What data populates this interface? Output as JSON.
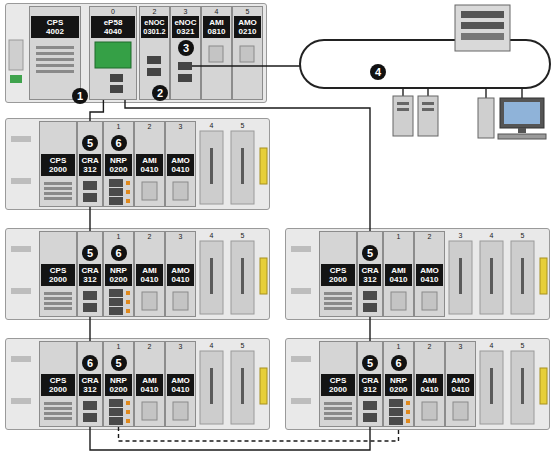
{
  "diagram": {
    "nodes": [
      {
        "text": []
      },
      {
        "text": [
          "CPS 4002"
        ],
        "in": 0
      },
      {
        "text": [
          "0",
          "eP58 4040"
        ],
        "in": 0
      },
      {
        "text": [
          "2",
          "eNOC 0301.2"
        ],
        "in": 0
      },
      {
        "text": [
          "3",
          "eNOC 0321"
        ],
        "in": 0
      },
      {
        "text": [
          "4",
          "AMI 0810"
        ],
        "in": 0
      },
      {
        "text": [
          "5",
          "AMO 0210"
        ],
        "in": 0
      },
      {
        "text": [
          "4",
          "5"
        ]
      },
      {
        "text": [
          "CPS 2000"
        ],
        "in": 7
      },
      {
        "text": [
          "CRA 312"
        ],
        "in": 7
      },
      {
        "text": [
          "1",
          "NRP 0200"
        ],
        "in": 7
      },
      {
        "text": [
          "2",
          "AMI 0410"
        ],
        "in": 7
      },
      {
        "text": [
          "3",
          "AMO 0410"
        ],
        "in": 7
      },
      {
        "text": [
          "4",
          "5"
        ]
      },
      {
        "text": [
          "CPS 2000"
        ],
        "in": 13
      },
      {
        "text": [
          "CRA 312"
        ],
        "in": 13
      },
      {
        "text": [
          "1",
          "NRP 0200"
        ],
        "in": 13
      },
      {
        "text": [
          "2",
          "AMI 0410"
        ],
        "in": 13
      },
      {
        "text": [
          "3",
          "AMO 0410"
        ],
        "in": 13
      },
      {
        "text": [
          "3",
          "4",
          "5"
        ]
      },
      {
        "text": [
          "CPS 2000"
        ],
        "in": 19
      },
      {
        "text": [
          "CRA 312"
        ],
        "in": 19
      },
      {
        "text": [
          "1",
          "AMI 0410"
        ],
        "in": 19
      },
      {
        "text": [
          "2",
          "AMO 0410"
        ],
        "in": 19
      },
      {
        "text": [
          "4",
          "5"
        ]
      },
      {
        "text": [
          "CPS 2000"
        ],
        "in": 24
      },
      {
        "text": [
          "CRA 312"
        ],
        "in": 24
      },
      {
        "text": [
          "1",
          "NRP 0200"
        ],
        "in": 24
      },
      {
        "text": [
          "2",
          "AMI 0410"
        ],
        "in": 24
      },
      {
        "text": [
          "3",
          "AMO 0410"
        ],
        "in": 24
      },
      {
        "text": [
          "4",
          "5"
        ]
      },
      {
        "text": [
          "CPS 2000"
        ],
        "in": 30
      },
      {
        "text": [
          "CRA 312"
        ],
        "in": 30
      },
      {
        "text": [
          "1",
          "NRP 0200"
        ],
        "in": 30
      },
      {
        "text": [
          "2",
          "AMI 0410"
        ],
        "in": 30
      },
      {
        "text": [
          "3",
          "AMO 0410"
        ],
        "in": 30
      }
    ],
    "edges": [
      {
        "from": 2,
        "to": 9,
        "arrow": "none"
      },
      {
        "from": 9,
        "to": 15,
        "arrow": "none"
      },
      {
        "from": 15,
        "to": 26,
        "arrow": "none"
      },
      {
        "from": 26,
        "to": 32,
        "arrow": "none"
      },
      {
        "from": 32,
        "to": 21,
        "arrow": "none"
      },
      {
        "from": 21,
        "to": 2,
        "arrow": "none"
      },
      {
        "from": 27,
        "to": 33,
        "arrow": "none"
      }
    ],
    "labels": [
      "1",
      "2",
      "3",
      "4",
      "5",
      "6",
      "5",
      "6",
      "5",
      "6",
      "5",
      "5",
      "6"
    ]
  }
}
